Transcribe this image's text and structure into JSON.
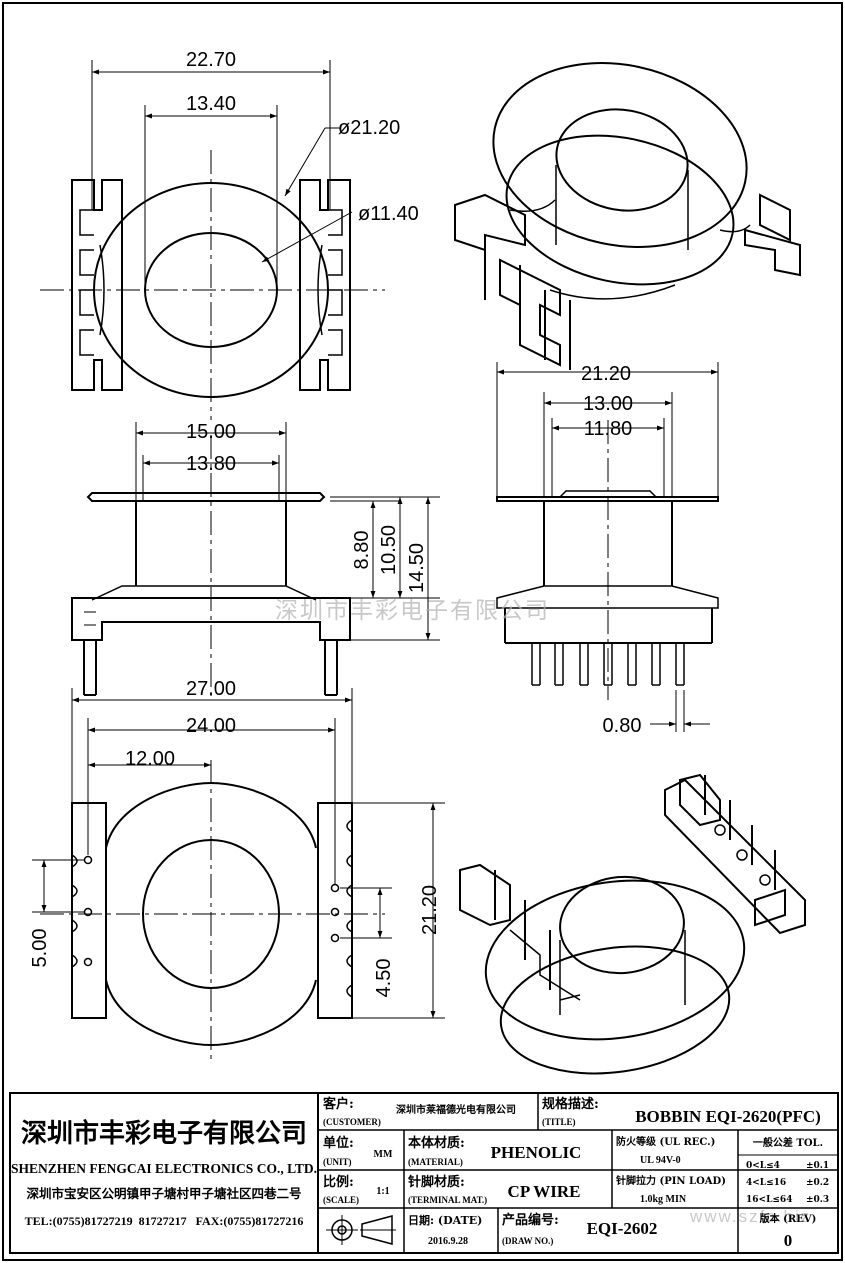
{
  "dimensions": {
    "top_width": "22.70",
    "top_inner": "13.40",
    "dia_outer": "ø21.20",
    "dia_inner": "ø11.40",
    "side_width": "15.00",
    "side_inner": "13.80",
    "h1": "8.80",
    "h2": "10.50",
    "h3": "14.50",
    "front_width": "21.20",
    "front_mid": "13.00",
    "front_inner": "11.80",
    "pin_width": "0.80",
    "bottom_total": "27.00",
    "bottom_pitch": "24.00",
    "bottom_half": "12.00",
    "bottom_5": "5.00",
    "bottom_450": "4.50",
    "bottom_height": "21.20"
  },
  "watermark": "深圳市丰彩电子有限公司",
  "watermark_url": "www.szfc.biz",
  "title_block": {
    "company_cn": "深圳市丰彩电子有限公司",
    "company_en": "SHENZHEN FENGCAI ELECTRONICS CO., LTD.",
    "address": "深圳市宝安区公明镇甲子塘村甲子塘社区四巷二号",
    "tel": "TEL:(0755)81727219  81727217   FAX:(0755)81727216",
    "customer_label": "客户:",
    "customer_label_en": "(CUSTOMER)",
    "customer_value": "深圳市莱福德光电有限公司",
    "title_label": "规格描述:",
    "title_label_en": "(TITLE)",
    "title_value": "BOBBIN EQI-2620(PFC)",
    "unit_label": "单位:",
    "unit_label_en": "(UNIT)",
    "unit_value": "MM",
    "material_label": "本体材质:",
    "material_label_en": "(MATERIAL)",
    "material_value": "PHENOLIC",
    "ul_label": "防火等级 (UL REC.)",
    "ul_value": "UL 94V-0",
    "tol_label": "一般公差 TOL.",
    "tol_rows": [
      {
        "range": "0<L≤4",
        "value": "±0.1"
      },
      {
        "range": "4<L≤16",
        "value": "±0.2"
      },
      {
        "range": "16<L≤64",
        "value": "±0.3"
      }
    ],
    "scale_label": "比例:",
    "scale_label_en": "(SCALE)",
    "scale_value": "1:1",
    "terminal_label": "针脚材质:",
    "terminal_label_en": "(TERMINAL MAT.)",
    "terminal_value": "CP WIRE",
    "pin_load_label": "针脚拉力 (PIN LOAD)",
    "pin_load_value": "1.0kg MIN",
    "date_label": "日期: (DATE)",
    "date_value": "2016.9.28",
    "draw_label": "产品编号:",
    "draw_label_en": "(DRAW NO.)",
    "draw_value": "EQI-2602",
    "rev_label": "版本 (REV)",
    "rev_value": "0"
  }
}
